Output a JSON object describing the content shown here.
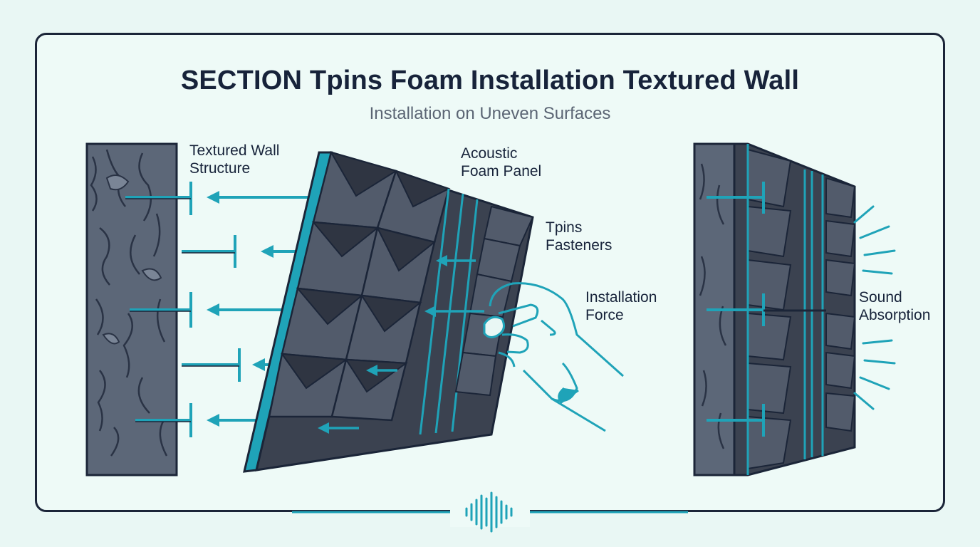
{
  "title": "SECTION Tpins Foam Installation Textured Wall",
  "subtitle": "Installation on Uneven Surfaces",
  "labels": {
    "wall": "Textured Wall Structure",
    "wall_line1": "Textured Wall",
    "wall_line2": "Structure",
    "foam_line1": "Acoustic",
    "foam_line2": "Foam Panel",
    "pins_line1": "Tpins",
    "pins_line2": "Fasteners",
    "force_line1": "Installation",
    "force_line2": "Force",
    "sound_line1": "Sound",
    "sound_line2": "Absorption"
  },
  "colors": {
    "background": "#eefaf7",
    "outline": "#1b2538",
    "accent": "#1fa3b8",
    "wall": "#5c6778",
    "foam": "#3b4250"
  },
  "icons": {
    "footer": "sound-wave-icon"
  }
}
